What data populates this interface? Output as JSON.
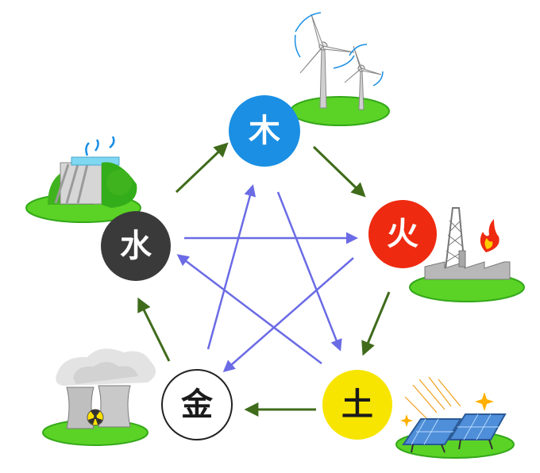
{
  "diagram": {
    "nodes": [
      {
        "id": "wood",
        "label": "木",
        "fill": "#1a8fe3",
        "text_color": "#ffffff"
      },
      {
        "id": "fire",
        "label": "火",
        "fill": "#ee2a10",
        "text_color": "#ffffff"
      },
      {
        "id": "earth",
        "label": "土",
        "fill": "#f7e500",
        "text_color": "#1a1a1a"
      },
      {
        "id": "metal",
        "label": "金",
        "fill": "#ffffff",
        "text_color": "#1a1a1a"
      },
      {
        "id": "water",
        "label": "水",
        "fill": "#3a3a3a",
        "text_color": "#ffffff"
      }
    ],
    "icons": [
      {
        "node": "wood",
        "icon": "wind-turbine-icon"
      },
      {
        "node": "fire",
        "icon": "thermal-power-plant-icon"
      },
      {
        "node": "earth",
        "icon": "solar-panel-icon"
      },
      {
        "node": "metal",
        "icon": "nuclear-power-plant-icon"
      },
      {
        "node": "water",
        "icon": "hydro-dam-icon"
      }
    ],
    "generating_cycle": [
      "wood",
      "fire",
      "earth",
      "metal",
      "water"
    ],
    "overcoming_cycle": [
      "wood",
      "earth",
      "water",
      "fire",
      "metal"
    ],
    "colors": {
      "cycle_arrow": "#3f6b1b",
      "star_arrow": "#6b6be6",
      "grass": "#5bd326",
      "grass_edge": "#35a81a"
    }
  }
}
